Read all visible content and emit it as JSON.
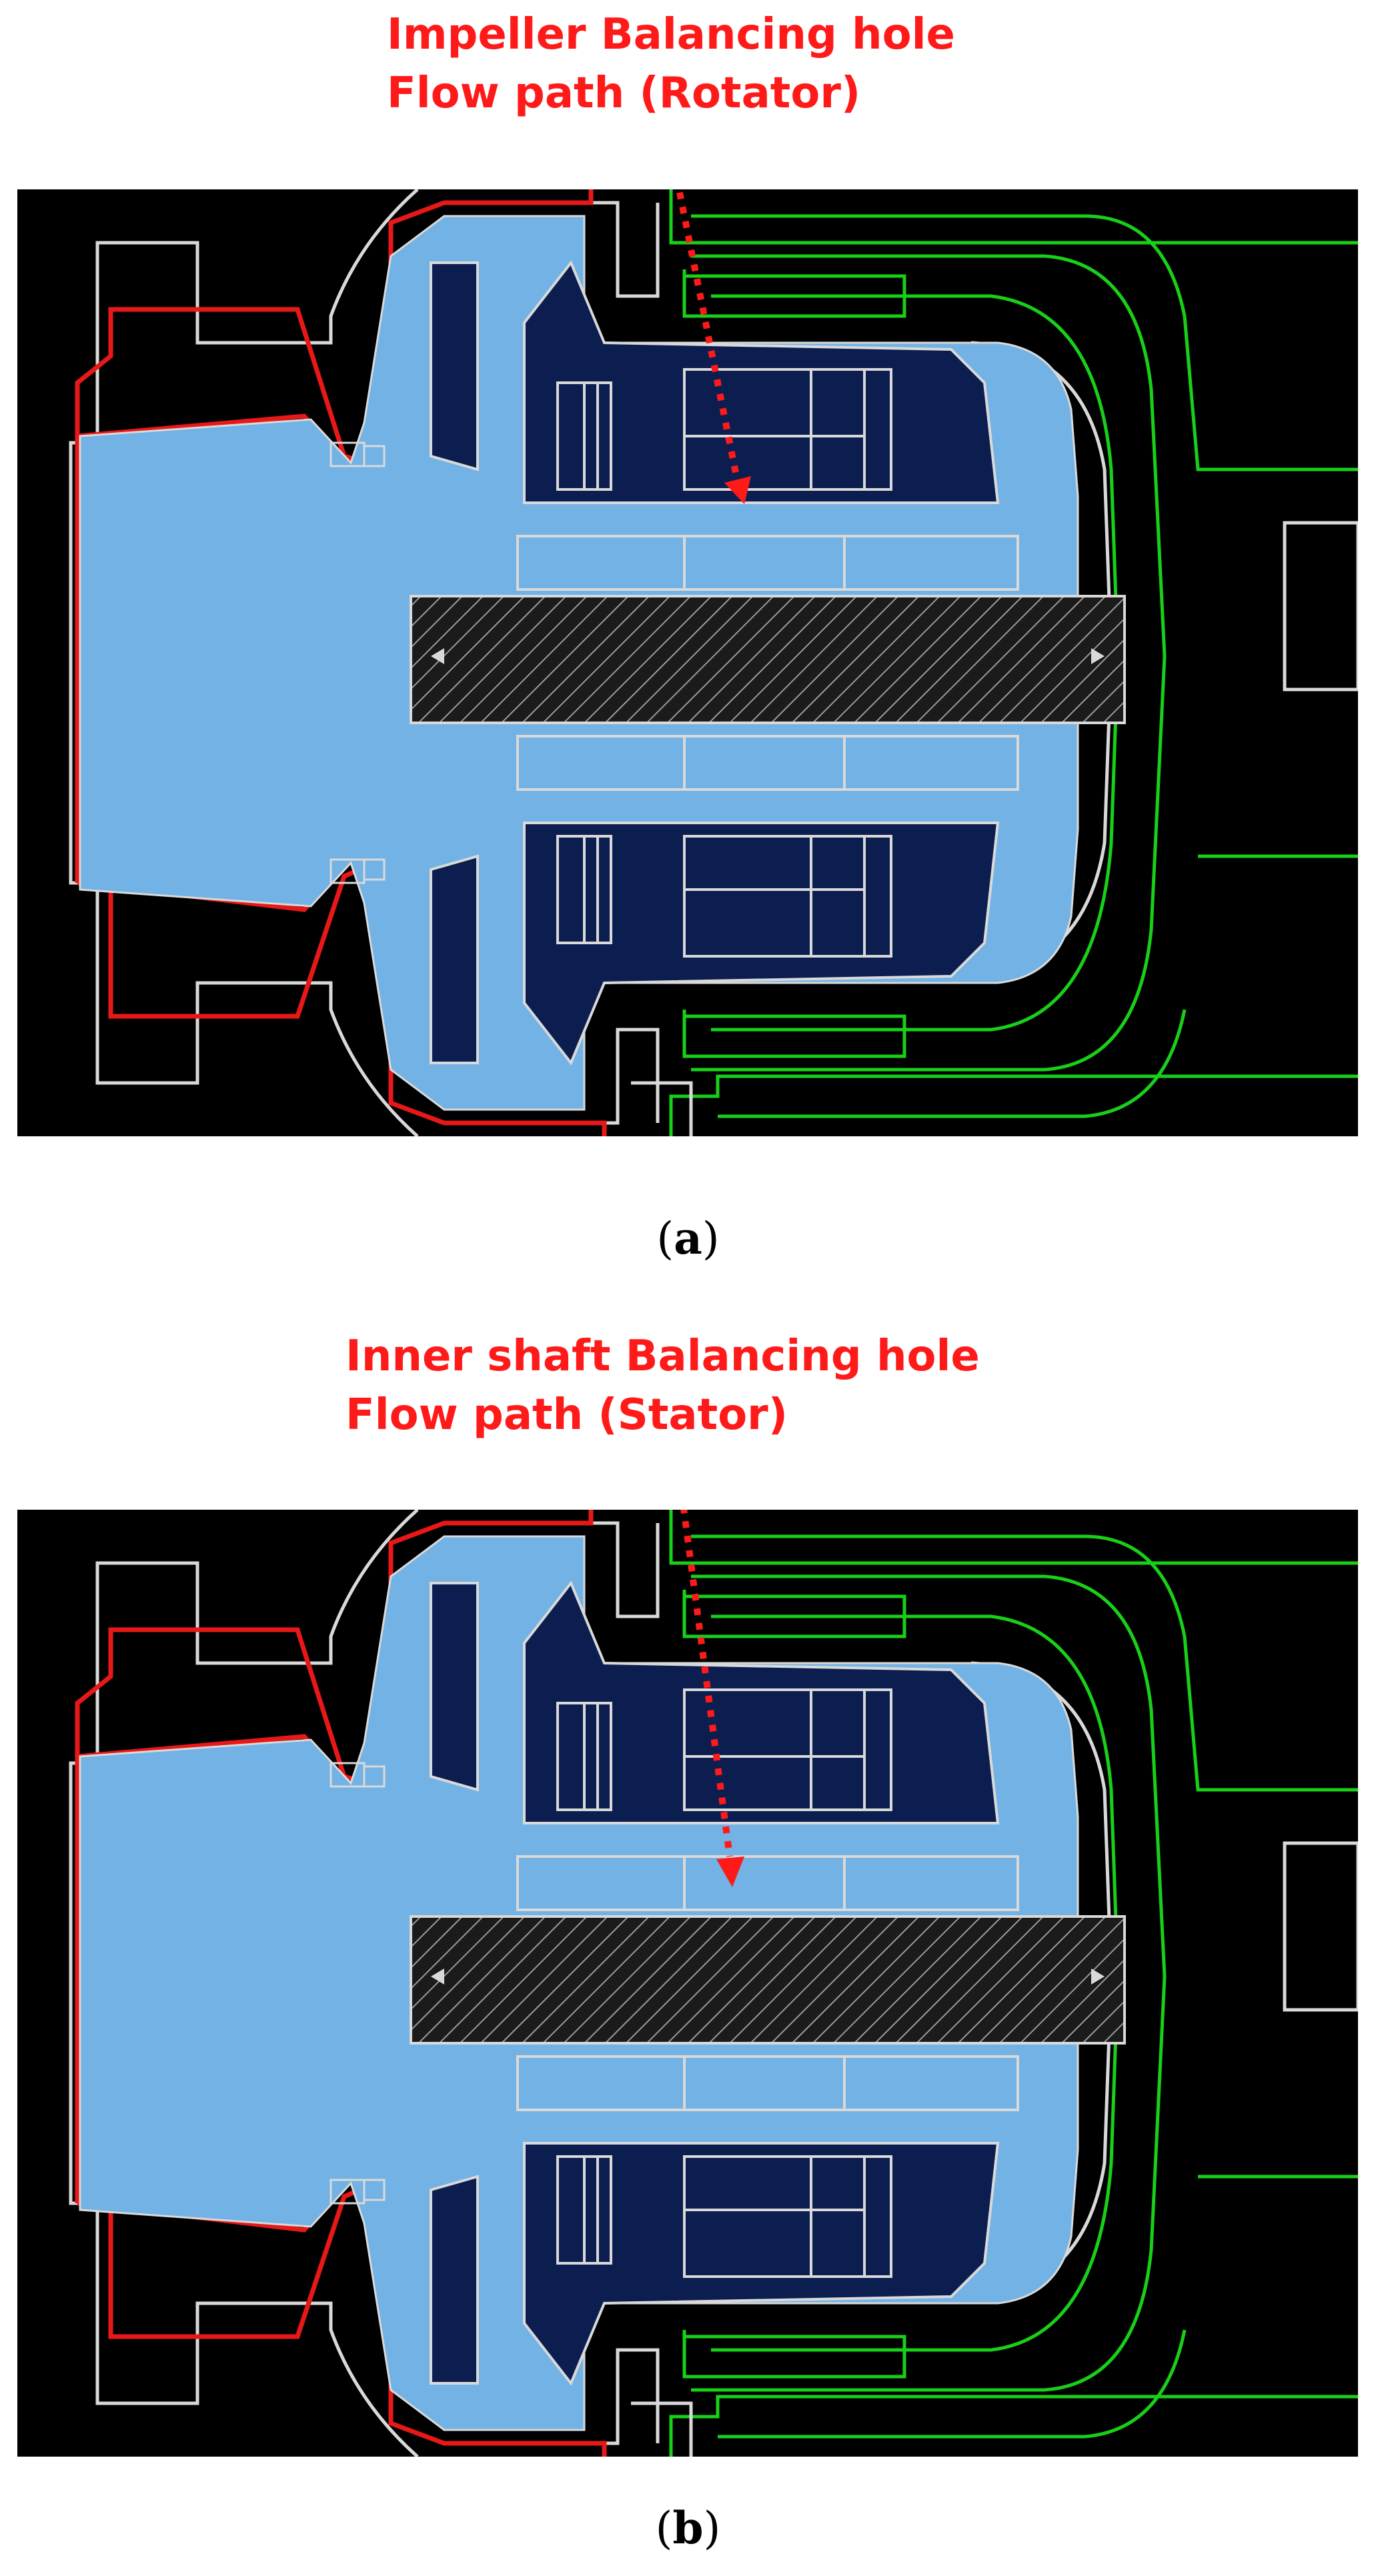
{
  "panels": [
    {
      "id": "a",
      "annotation_line1": "Impeller Balancing hole",
      "annotation_line2": "Flow path (Rotator)",
      "caption_open": "(",
      "caption_letter": "a",
      "caption_close": ")"
    },
    {
      "id": "b",
      "annotation_line1": "Inner shaft Balancing hole",
      "annotation_line2": "Flow path (Stator)",
      "caption_open": "(",
      "caption_letter": "b",
      "caption_close": ")"
    }
  ],
  "colors": {
    "background": "#000000",
    "fluid": "#72b2e4",
    "rotor_core": "#0c1e50",
    "casing_outline": "#d9d9d9",
    "wetted_boundary": "#e81818",
    "motor_housing": "#19d019",
    "annotation": "#ff1a1a"
  }
}
